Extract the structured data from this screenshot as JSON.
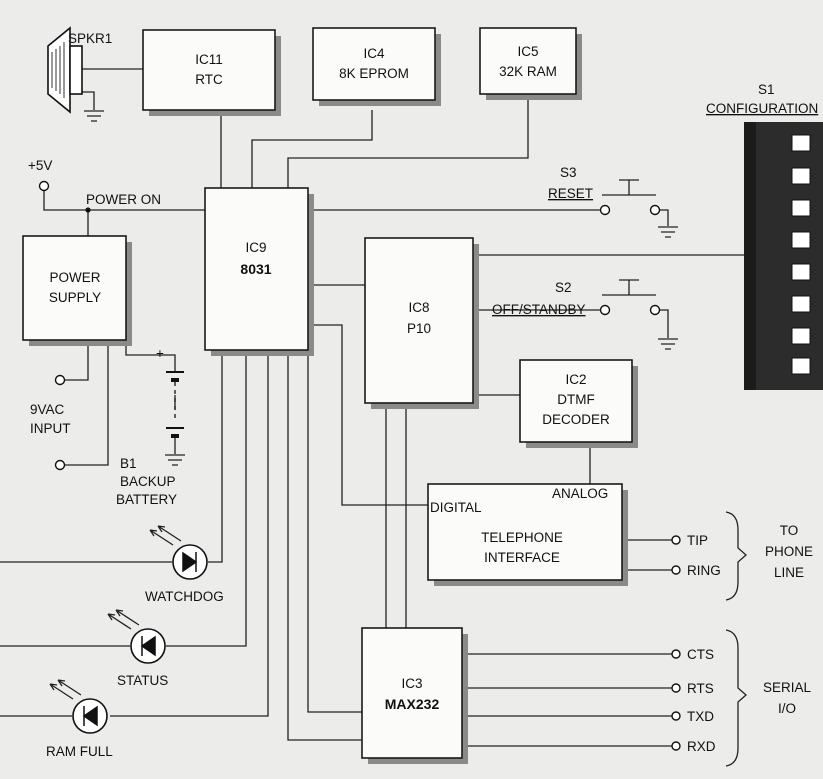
{
  "components": {
    "speaker": "SPKR1",
    "ic11": {
      "ref": "IC11",
      "name": "RTC"
    },
    "ic4": {
      "ref": "IC4",
      "name": "8K EPROM"
    },
    "ic5": {
      "ref": "IC5",
      "name": "32K RAM"
    },
    "ic9": {
      "ref": "IC9",
      "name": "8031"
    },
    "ic8": {
      "ref": "IC8",
      "name": "P10"
    },
    "ic2": {
      "ref": "IC2",
      "name": "DTMF",
      "name2": "DECODER"
    },
    "ic3": {
      "ref": "IC3",
      "name": "MAX232"
    },
    "power_supply": {
      "line1": "POWER",
      "line2": "SUPPLY"
    },
    "telephone_interface": {
      "line1": "TELEPHONE",
      "line2": "INTERFACE",
      "digital": "DIGITAL",
      "analog": "ANALOG"
    },
    "s1": {
      "ref": "S1",
      "name": "CONFIGURATION"
    },
    "s2": {
      "ref": "S2",
      "name": "OFF/STANDBY"
    },
    "s3": {
      "ref": "S3",
      "name": "RESET"
    },
    "battery": {
      "ref": "B1",
      "line1": "BACKUP",
      "line2": "BATTERY"
    }
  },
  "labels": {
    "plus5v": "+5V",
    "power_on": "POWER ON",
    "vac_line1": "9VAC",
    "vac_line2": "INPUT",
    "battery_plus": "+"
  },
  "leds": [
    "WATCHDOG",
    "STATUS",
    "RAM FULL"
  ],
  "phone": {
    "tip": "TIP",
    "ring": "RING",
    "group_line1": "TO",
    "group_line2": "PHONE",
    "group_line3": "LINE"
  },
  "serial": {
    "signals": [
      "CTS",
      "RTS",
      "TXD",
      "RXD"
    ],
    "group_line1": "SERIAL",
    "group_line2": "I/O"
  }
}
